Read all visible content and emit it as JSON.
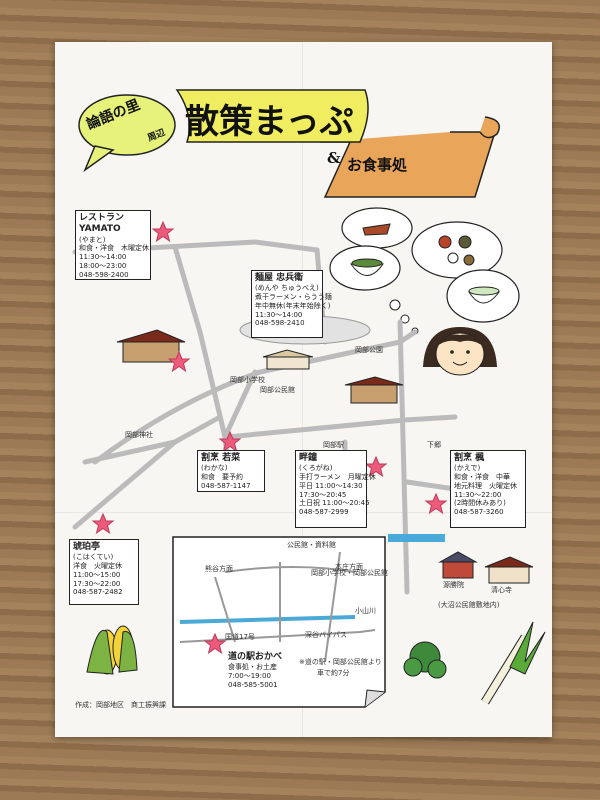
{
  "header": {
    "bubble_text_1": "論語の里",
    "bubble_text_2": "周辺",
    "main_title": "散策まっぷ",
    "amp": "&",
    "sub_title": "お食事処"
  },
  "restaurants": [
    {
      "name": "レストランYAMATO",
      "reading": "(やまと)",
      "lines": [
        "和食・洋食　木曜定休",
        "11:30～14:00",
        "18:00～23:00",
        "048-598-2400"
      ]
    },
    {
      "name": "麺屋 忠兵衛",
      "reading": "(めんや ちゅうべえ)",
      "lines": [
        "煮干ラーメン・らうう麺",
        "年中無休(年末年始除く)",
        "11:30～14:00",
        "048-598-2410"
      ]
    },
    {
      "name": "割烹 若菜",
      "reading": "(わかな)",
      "lines": [
        "和食　要予約",
        "048-587-1147"
      ]
    },
    {
      "name": "畔鐘",
      "reading": "(くろがね)",
      "lines": [
        "手打ラーメン　月曜定休",
        "平日 11:00～14:30",
        "17:30～20:45",
        "土日祝 11:00～20:45",
        "048-587-2999"
      ]
    },
    {
      "name": "割烹 楓",
      "reading": "(かえで)",
      "lines": [
        "和食・洋食　中華",
        "地元料理　火曜定休",
        "11:30～22:00",
        "(2時間休みあり)",
        "048-587-3260"
      ]
    },
    {
      "name": "琥珀亭",
      "reading": "(こはくてい)",
      "lines": [
        "洋食　火曜定休",
        "11:00～15:00",
        "17:30～22:00",
        "048-587-2482"
      ]
    },
    {
      "name": "道の駅おかべ",
      "reading": "",
      "lines": [
        "食事処・お土産",
        "7:00～19:00",
        "048-585-5001"
      ]
    }
  ],
  "map_labels": {
    "school": "岡部小学校",
    "library": "岡部公民館",
    "station": "岡部駅",
    "temple_1": "源勝院",
    "temple_2": "清心寺",
    "park": "岡部公園",
    "shrine": "岡部神社",
    "river": "小山川",
    "route17": "国道17号",
    "bypass": "深谷バイパス",
    "note_1": "※道の駅・岡部公民館より",
    "note_2": "車で約7分",
    "footer": "作成：岡部地区　商工振興課",
    "city_label": "(大沼公民館敷地内)",
    "top_label": "岡部小学校・岡部公民館",
    "hall_label": "公民館・資料館",
    "east_label": "下郷",
    "kumagaya": "熊谷方面",
    "honjo": "本庄方面"
  },
  "colors": {
    "title_highlight": "#f0ee60",
    "bubble": "#e6f27a",
    "scroll": "#e9a55a",
    "star": "#ec5a7c",
    "road": "#bbbbbb",
    "river": "#4aa9d6",
    "paper": "#f7f6f2"
  }
}
